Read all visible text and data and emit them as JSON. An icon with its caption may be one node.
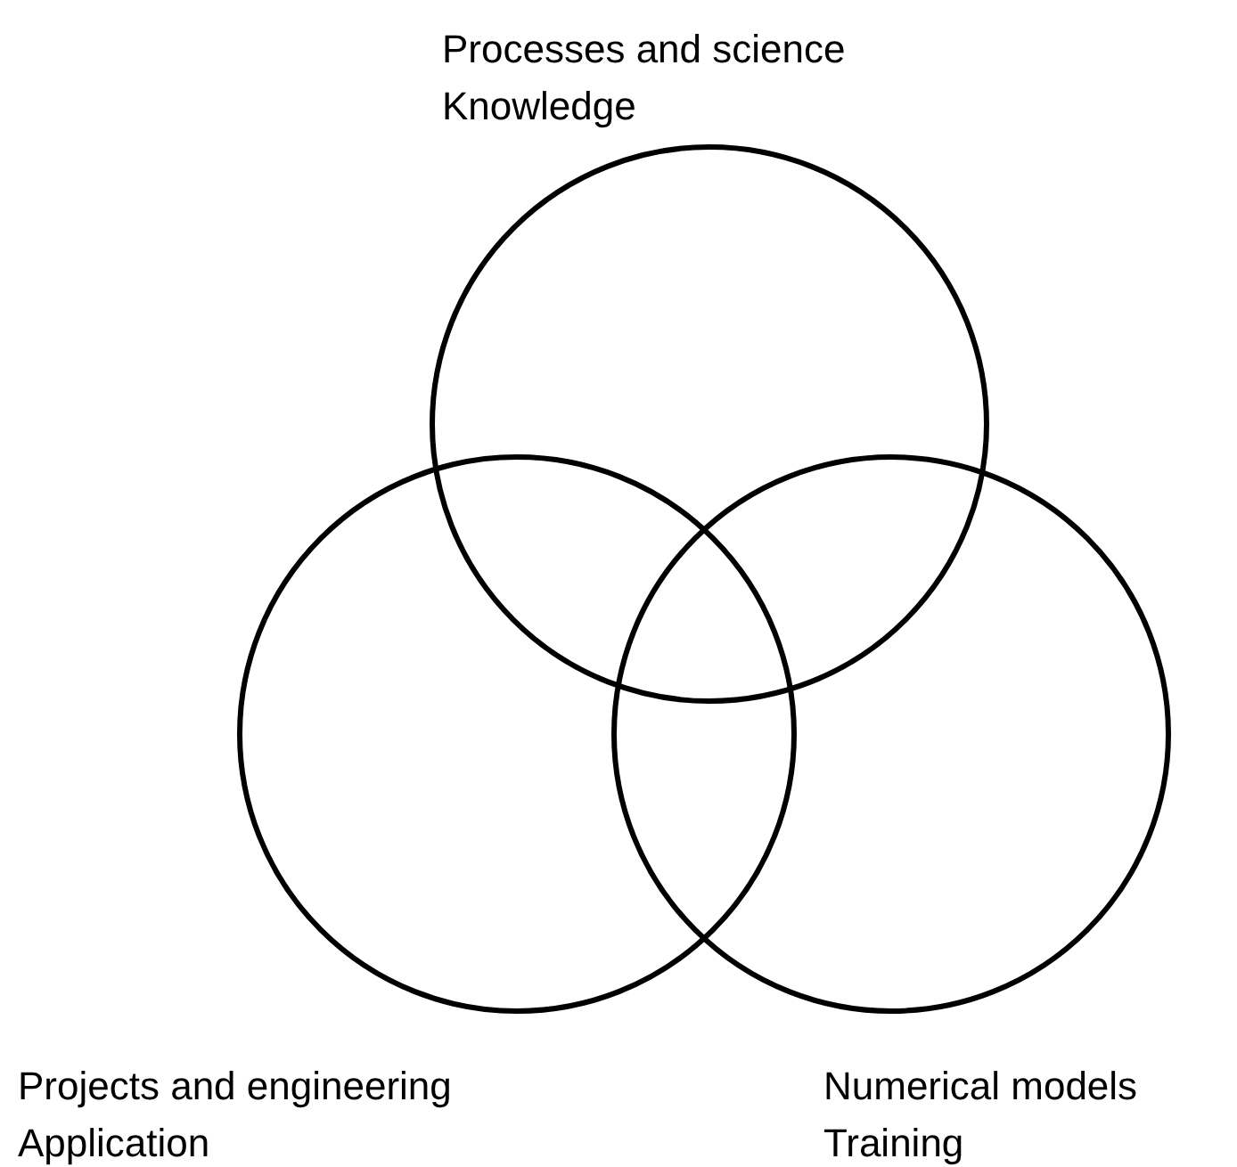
{
  "diagram": {
    "nodes": [
      {
        "text": [
          "Processes and science",
          "Knowledge"
        ]
      },
      {
        "text": [
          "Projects and engineering",
          "Application"
        ]
      },
      {
        "text": [
          "Numerical models",
          "Training"
        ]
      }
    ]
  }
}
